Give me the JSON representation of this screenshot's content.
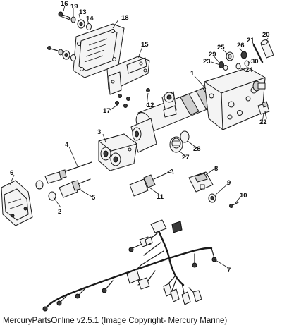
{
  "footer": {
    "copyright": "MercuryPartsOnline v2.5.1 (Image Copyright- Mercury Marine)"
  },
  "callouts": [
    {
      "id": "c1",
      "text": "1"
    },
    {
      "id": "c2",
      "text": "2"
    },
    {
      "id": "c3",
      "text": "3"
    },
    {
      "id": "c4",
      "text": "4"
    },
    {
      "id": "c5",
      "text": "5"
    },
    {
      "id": "c6",
      "text": "6"
    },
    {
      "id": "c7",
      "text": "7"
    },
    {
      "id": "c8",
      "text": "8"
    },
    {
      "id": "c9",
      "text": "9"
    },
    {
      "id": "c10",
      "text": "10"
    },
    {
      "id": "c11",
      "text": "11"
    },
    {
      "id": "c12",
      "text": "12"
    },
    {
      "id": "c13",
      "text": "13"
    },
    {
      "id": "c14",
      "text": "14"
    },
    {
      "id": "c15",
      "text": "15"
    },
    {
      "id": "c16",
      "text": "16"
    },
    {
      "id": "c17",
      "text": "17"
    },
    {
      "id": "c18",
      "text": "18"
    },
    {
      "id": "c19",
      "text": "19"
    },
    {
      "id": "c20",
      "text": "20"
    },
    {
      "id": "c21",
      "text": "21"
    },
    {
      "id": "c22",
      "text": "22"
    },
    {
      "id": "c23",
      "text": "23"
    },
    {
      "id": "c24",
      "text": "24"
    },
    {
      "id": "c25",
      "text": "25"
    },
    {
      "id": "c26",
      "text": "26"
    },
    {
      "id": "c27",
      "text": "27"
    },
    {
      "id": "c28",
      "text": "28"
    },
    {
      "id": "c29",
      "text": "29"
    },
    {
      "id": "c30",
      "text": "30"
    }
  ]
}
